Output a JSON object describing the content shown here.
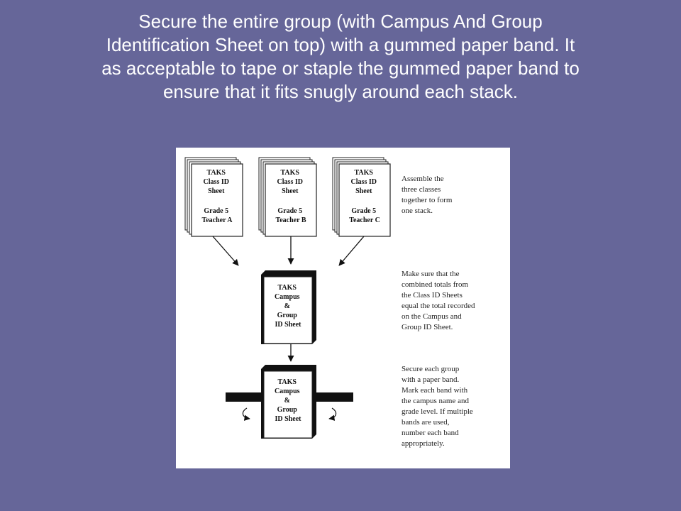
{
  "slide": {
    "title_lines": [
      "Secure the entire group (with Campus And Group",
      "Identification Sheet on top) with a gummed paper band.  It",
      "as acceptable to tape or staple the gummed paper band to",
      "ensure that it fits snugly around each stack."
    ]
  },
  "figure": {
    "class_sheets": [
      {
        "lines": [
          "TAKS",
          "Class ID",
          "Sheet",
          "",
          "Grade 5",
          "Teacher A"
        ]
      },
      {
        "lines": [
          "TAKS",
          "Class ID",
          "Sheet",
          "",
          "Grade 5",
          "Teacher B"
        ]
      },
      {
        "lines": [
          "TAKS",
          "Class ID",
          "Sheet",
          "",
          "Grade 5",
          "Teacher C"
        ]
      }
    ],
    "campus_sheet": {
      "lines": [
        "TAKS",
        "Campus",
        "&",
        "Group",
        "ID Sheet"
      ]
    },
    "banded_sheet": {
      "lines": [
        "TAKS",
        "Campus",
        "&",
        "Group",
        "ID Sheet"
      ]
    },
    "notes": [
      {
        "lines": [
          "Assemble the",
          "three classes",
          "together to form",
          "one stack."
        ]
      },
      {
        "lines": [
          "Make sure that the",
          "combined totals from",
          "the Class ID Sheets",
          "equal the total recorded",
          "on the Campus and",
          "Group ID Sheet."
        ]
      },
      {
        "lines": [
          "Secure each group",
          "with a paper band.",
          "Mark each band with",
          "the campus name and",
          "grade level. If multiple",
          "bands are used,",
          "number each band",
          "appropriately."
        ]
      }
    ]
  }
}
